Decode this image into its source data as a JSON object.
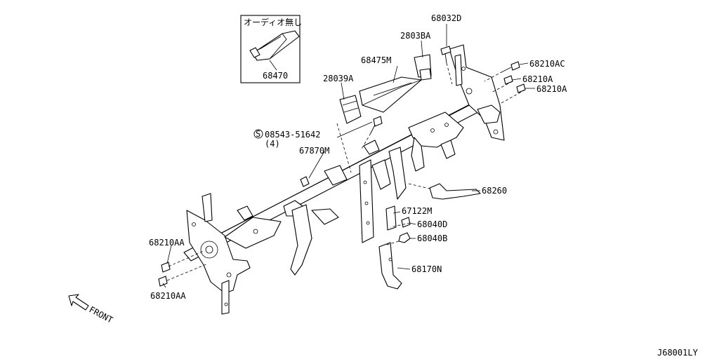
{
  "diagram_id": "J68001LY",
  "front_label": "FRONT",
  "inset": {
    "title": "オーディオ無し",
    "part": "68470"
  },
  "callouts": {
    "p68032D": "68032D",
    "p2803BA": "2803BA",
    "p68475M": "68475M",
    "p68210AC": "68210AC",
    "p68210A_1": "68210A",
    "p68210A_2": "68210A",
    "p28039A": "28039A",
    "p08543": "08543-51642",
    "p08543_qty": "(4)",
    "p08543_symbol": "S",
    "p67870M": "67870M",
    "p68260": "68260",
    "p67122M": "67122M",
    "p68040D": "68040D",
    "p68040B": "68040B",
    "p68170N": "68170N",
    "p68210AA_1": "68210AA",
    "p68210AA_2": "68210AA"
  }
}
